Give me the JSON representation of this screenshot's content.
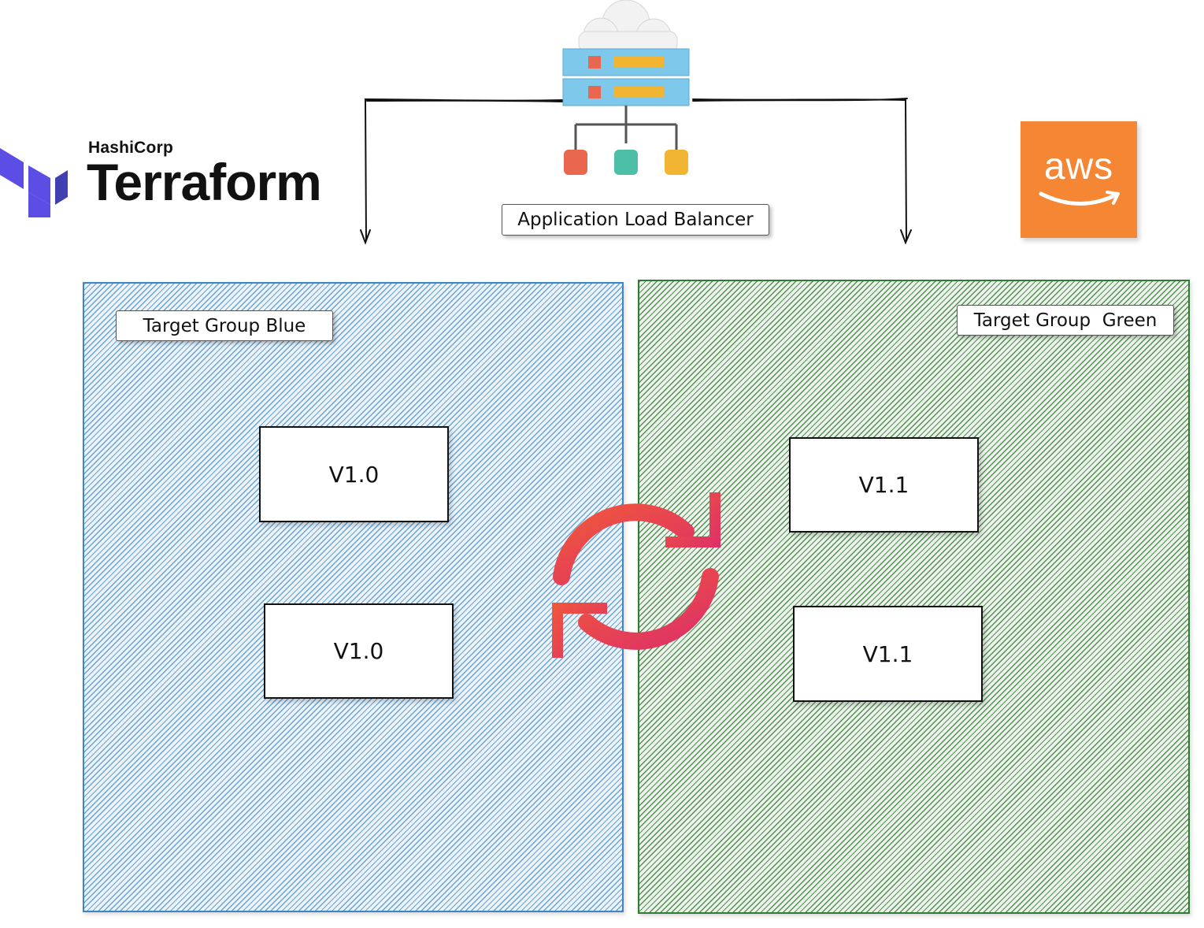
{
  "logos": {
    "terraform": {
      "vendor": "HashiCorp",
      "product": "Terraform",
      "color": "#5C4EE5"
    },
    "aws": {
      "text": "aws",
      "color": "#F58634"
    }
  },
  "load_balancer": {
    "label": "Application Load Balancer",
    "icon": "server-load-balancer-icon",
    "node_colors": [
      "#E8674E",
      "#4DBFA6",
      "#F2B533"
    ]
  },
  "groups": {
    "blue": {
      "label": "Target Group Blue",
      "color": "#3A86C8",
      "instances": [
        "V1.0",
        "V1.0"
      ]
    },
    "green": {
      "label": "Target Group  Green",
      "color": "#2E7D32",
      "instances": [
        "V1.1",
        "V1.1"
      ]
    }
  },
  "swap": {
    "icon": "refresh-swap-icon",
    "color_start": "#F0583A",
    "color_end": "#DD2F6A"
  }
}
